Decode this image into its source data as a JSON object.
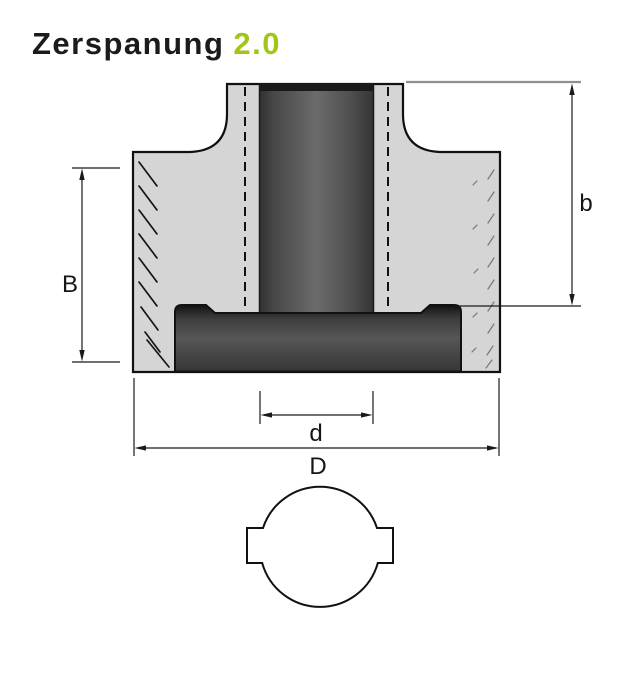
{
  "logo": {
    "brand": "Zerspanung",
    "version": "2.0",
    "brand_color": "#1b1b1b",
    "version_color": "#a2c617"
  },
  "drawing": {
    "kind": "technical-cross-section",
    "part": "milling cutter body with center bore, side view section and bottom bore view",
    "colors": {
      "body_fill": "#d5d5d5",
      "outline": "#111111",
      "dark_metal_mid": "#6b6b6b",
      "dark_metal_edge": "#303030",
      "extension_gray": "#8f8f8f",
      "background": "#ffffff"
    },
    "labels": {
      "B": "B",
      "b": "b",
      "d": "d",
      "D": "D"
    }
  }
}
